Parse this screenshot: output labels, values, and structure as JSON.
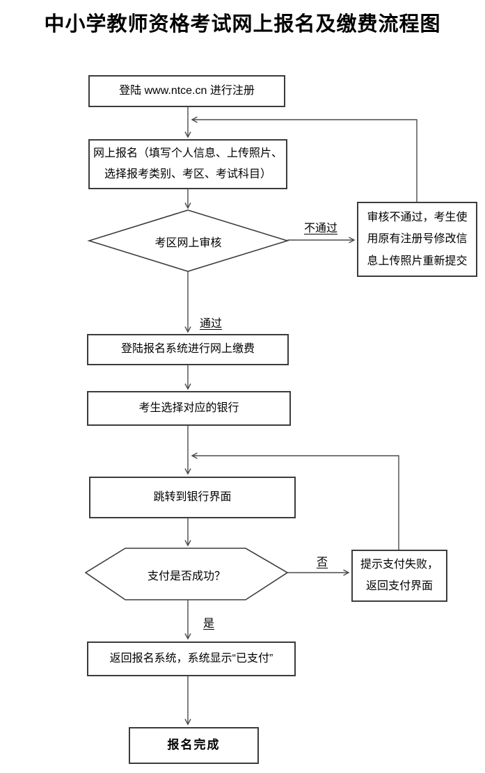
{
  "title": "中小学教师资格考试网上报名及缴费流程图",
  "flowchart": {
    "nodes": {
      "register": {
        "label": "登陆 www.ntce.cn 进行注册"
      },
      "online_apply": {
        "label": "网上报名（填写个人信息、上传照片、\n选择报考类别、考区、考试科目）"
      },
      "district_review": {
        "label": "考区网上审核"
      },
      "review_fail": {
        "label": "审核不通过，考生使\n用原有注册号修改信\n息上传照片重新提交"
      },
      "pay_login": {
        "label": "登陆报名系统进行网上缴费"
      },
      "select_bank": {
        "label": "考生选择对应的银行"
      },
      "bank_page": {
        "label": "跳转到银行界面"
      },
      "pay_check": {
        "label": "支付是否成功？"
      },
      "pay_fail": {
        "label": "提示支付失败，\n返回支付界面"
      },
      "pay_done": {
        "label": "返回报名系统，系统显示“已支付”"
      },
      "complete": {
        "label": "报名完成"
      }
    },
    "edge_labels": {
      "review_fail": "不通过",
      "review_pass": "通过",
      "pay_no": "否",
      "pay_yes": "是"
    }
  },
  "colors": {
    "background": "#ffffff",
    "connector_line": "#4a4a4a",
    "node_border": "#3b3b3b",
    "text": "#000000"
  }
}
